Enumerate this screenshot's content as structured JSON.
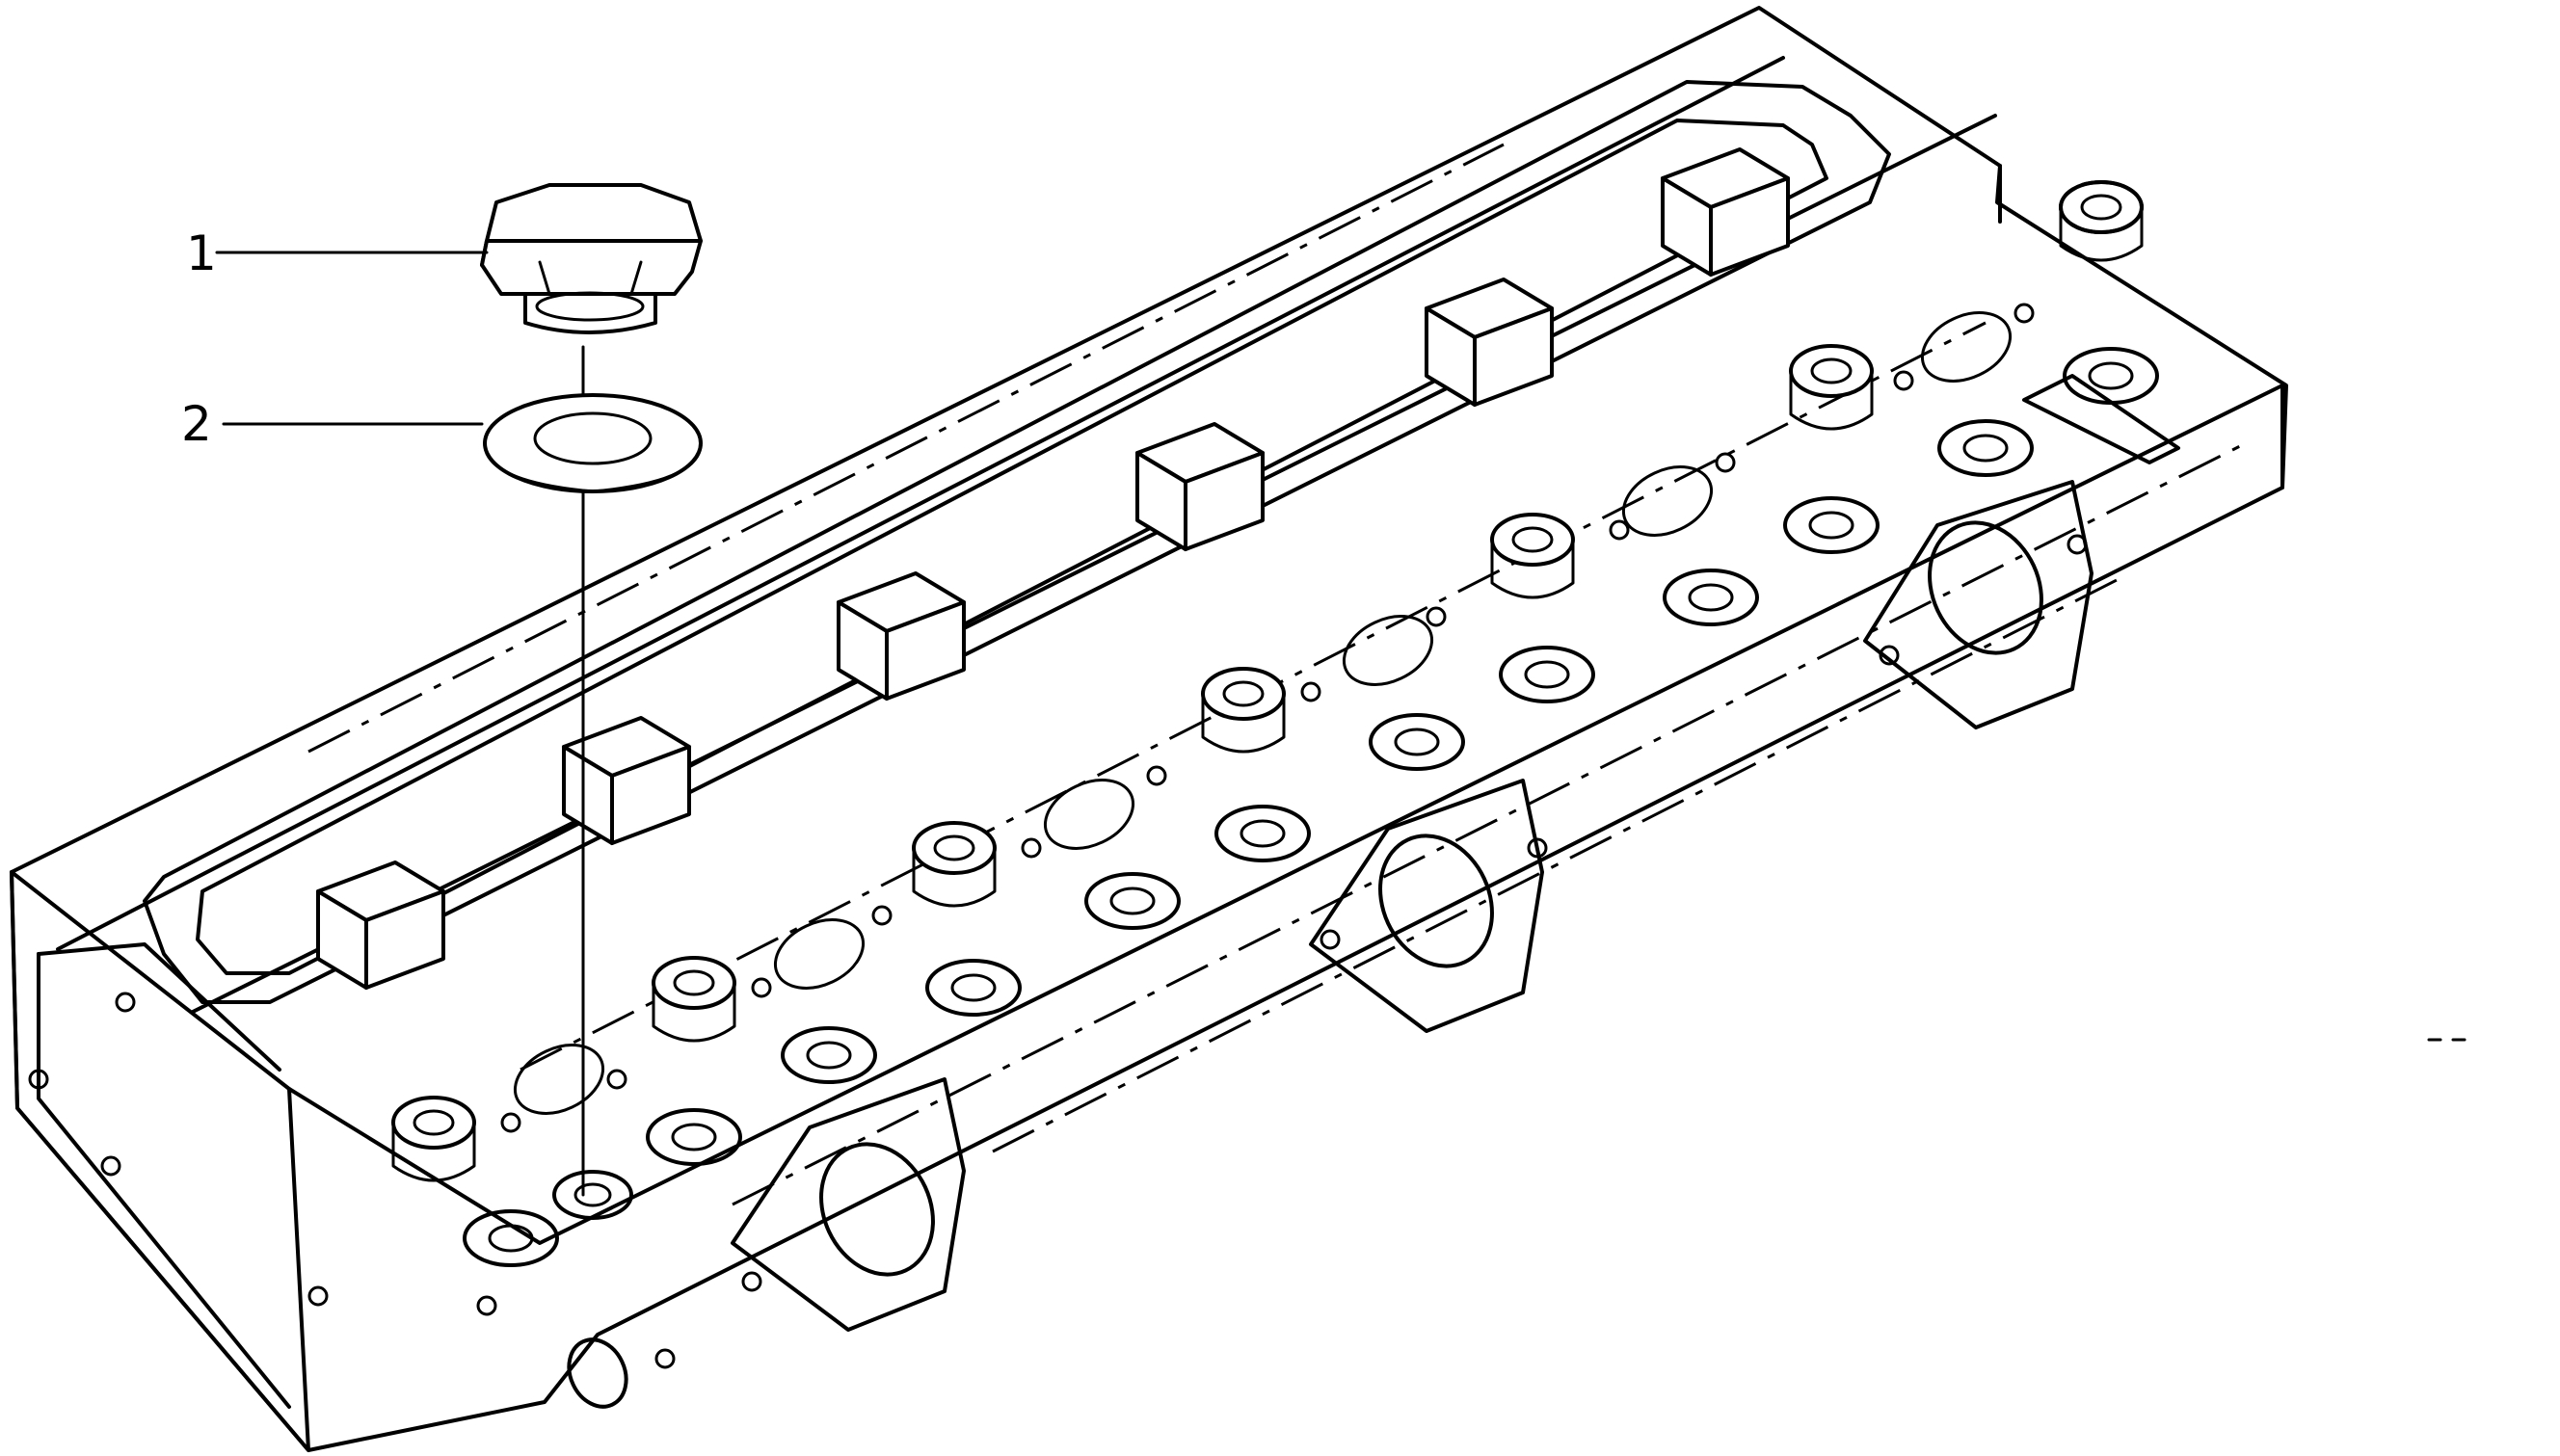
{
  "callouts": [
    {
      "label": "1",
      "part": "plug"
    },
    {
      "label": "2",
      "part": "washer"
    }
  ],
  "colors": {
    "line": "#000000",
    "background": "#ffffff"
  }
}
